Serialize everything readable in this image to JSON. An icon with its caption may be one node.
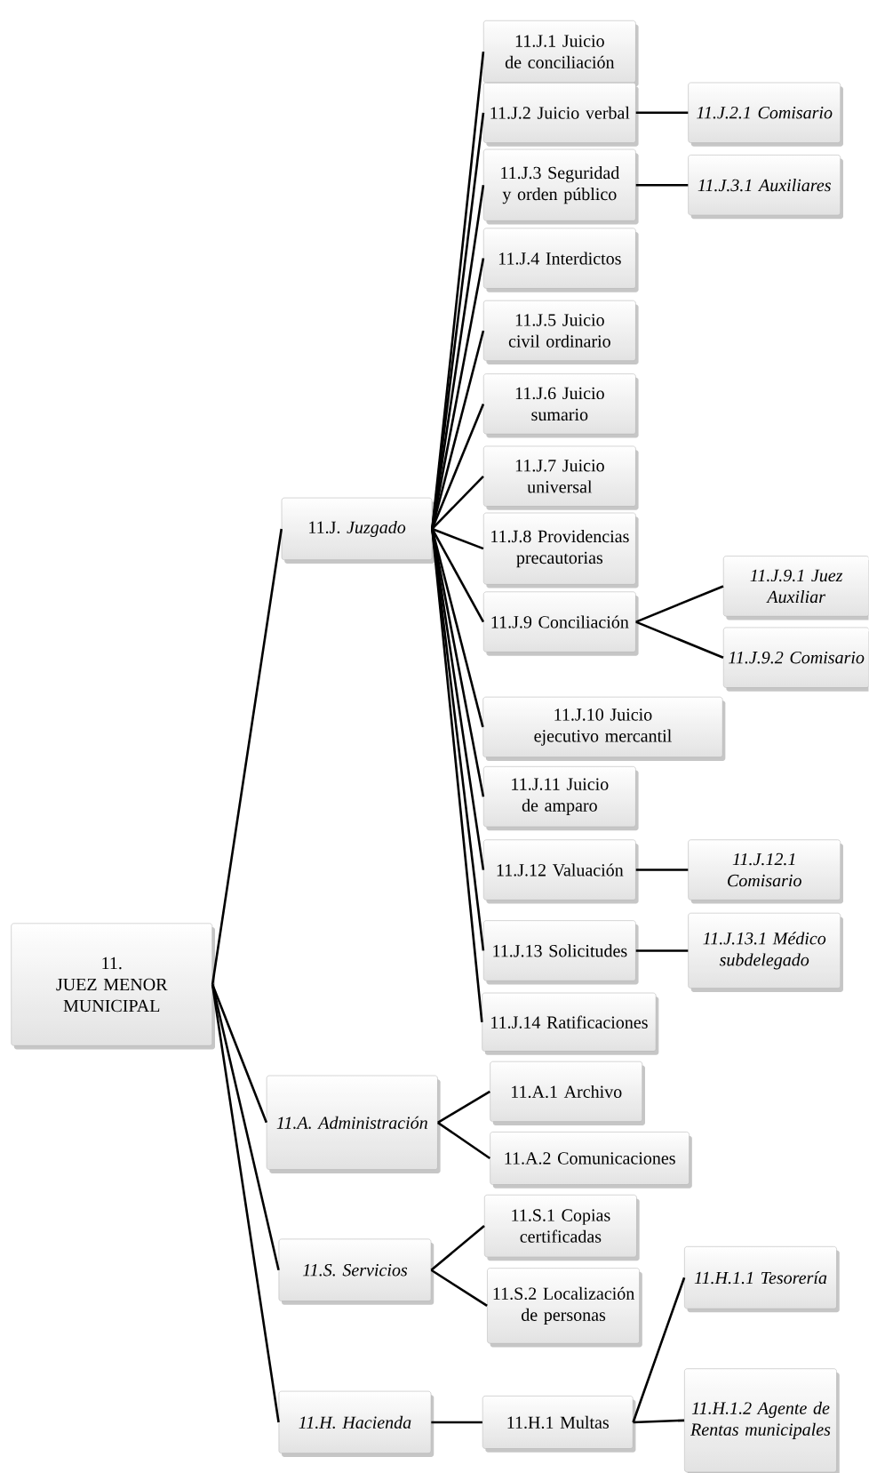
{
  "diagram": {
    "nodes": [
      {
        "text": [
          "11.",
          "JUEZ MENOR MUNICIPAL"
        ]
      },
      {
        "text": [
          "11.J. *Juzgado*"
        ]
      },
      {
        "text": [
          "11.J.1 Juicio de conciliación"
        ]
      },
      {
        "text": [
          "11.J.2 Juicio verbal"
        ]
      },
      {
        "text": [
          "11.J.2.1 Comisario"
        ]
      },
      {
        "text": [
          "11.J.3 Seguridad y orden público"
        ]
      },
      {
        "text": [
          "11.J.3.1 Auxiliares"
        ]
      },
      {
        "text": [
          "11.J.4 Interdictos"
        ]
      },
      {
        "text": [
          "11.J.5 Juicio civil ordinario"
        ]
      },
      {
        "text": [
          "11.J.6 Juicio sumario"
        ]
      },
      {
        "text": [
          "11.J.7 Juicio universal"
        ]
      },
      {
        "text": [
          "11.J.8 Providencias precautorias"
        ]
      },
      {
        "text": [
          "11.J.9 Conciliación"
        ]
      },
      {
        "text": [
          "11.J.9.1 Juez Auxiliar"
        ]
      },
      {
        "text": [
          "11.J.9.2 Comisario"
        ]
      },
      {
        "text": [
          "11.J.10 Juicio ejecutivo mercantil"
        ]
      },
      {
        "text": [
          "11.J.11 Juicio de amparo"
        ]
      },
      {
        "text": [
          "11.J.12 Valuación"
        ]
      },
      {
        "text": [
          "11.J.12.1 Comisario"
        ]
      },
      {
        "text": [
          "11.J.13 Solicitudes"
        ]
      },
      {
        "text": [
          "11.J.13.1 Médico subdelegado"
        ]
      },
      {
        "text": [
          "11.J.14 Ratificaciones"
        ]
      },
      {
        "text": [
          "11.A. Administración"
        ]
      },
      {
        "text": [
          "11.A.1 Archivo"
        ]
      },
      {
        "text": [
          "11.A.2 Comunicaciones"
        ]
      },
      {
        "text": [
          "11.S. Servicios"
        ]
      },
      {
        "text": [
          "11.S.1 Copias certificadas"
        ]
      },
      {
        "text": [
          "11.S.2 Localización de personas"
        ]
      },
      {
        "text": [
          "11.H. Hacienda"
        ]
      },
      {
        "text": [
          "11.H.1 Multas"
        ]
      },
      {
        "text": [
          "11.H.1.1 Tesorería"
        ]
      },
      {
        "text": [
          "11.H.1.2 Agente de Rentas municipales"
        ]
      }
    ],
    "edges": [
      {
        "from": 0,
        "to": 1,
        "arrow": "none"
      },
      {
        "from": 1,
        "to": 2,
        "arrow": "none"
      },
      {
        "from": 1,
        "to": 3,
        "arrow": "none"
      },
      {
        "from": 3,
        "to": 4,
        "arrow": "none"
      },
      {
        "from": 1,
        "to": 5,
        "arrow": "none"
      },
      {
        "from": 5,
        "to": 6,
        "arrow": "none"
      },
      {
        "from": 1,
        "to": 7,
        "arrow": "none"
      },
      {
        "from": 1,
        "to": 8,
        "arrow": "none"
      },
      {
        "from": 1,
        "to": 9,
        "arrow": "none"
      },
      {
        "from": 1,
        "to": 10,
        "arrow": "none"
      },
      {
        "from": 1,
        "to": 11,
        "arrow": "none"
      },
      {
        "from": 1,
        "to": 12,
        "arrow": "none"
      },
      {
        "from": 12,
        "to": 13,
        "arrow": "none"
      },
      {
        "from": 12,
        "to": 14,
        "arrow": "none"
      },
      {
        "from": 1,
        "to": 15,
        "arrow": "none"
      },
      {
        "from": 1,
        "to": 16,
        "arrow": "none"
      },
      {
        "from": 1,
        "to": 17,
        "arrow": "none"
      },
      {
        "from": 17,
        "to": 18,
        "arrow": "none"
      },
      {
        "from": 1,
        "to": 19,
        "arrow": "none"
      },
      {
        "from": 19,
        "to": 20,
        "arrow": "none"
      },
      {
        "from": 1,
        "to": 21,
        "arrow": "none"
      },
      {
        "from": 0,
        "to": 22,
        "arrow": "none"
      },
      {
        "from": 22,
        "to": 23,
        "arrow": "none"
      },
      {
        "from": 22,
        "to": 24,
        "arrow": "none"
      },
      {
        "from": 0,
        "to": 25,
        "arrow": "none"
      },
      {
        "from": 25,
        "to": 26,
        "arrow": "none"
      },
      {
        "from": 25,
        "to": 27,
        "arrow": "none"
      },
      {
        "from": 0,
        "to": 28,
        "arrow": "none"
      },
      {
        "from": 28,
        "to": 29,
        "arrow": "none"
      },
      {
        "from": 29,
        "to": 30,
        "arrow": "none"
      },
      {
        "from": 29,
        "to": 31,
        "arrow": "none"
      }
    ]
  }
}
